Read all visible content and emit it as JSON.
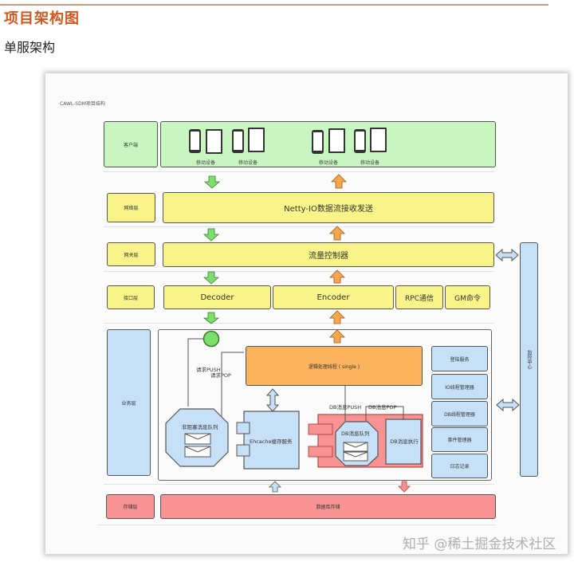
{
  "header": {
    "title": "项目架构图",
    "subtitle": "单服架构"
  },
  "diagram": {
    "caption": "CAWL-SDM项目结构",
    "layers": {
      "client": {
        "label": "客户端",
        "devices": [
          "移动设备",
          "移动设备",
          "移动设备",
          "移动设备"
        ]
      },
      "network": {
        "label": "网络层",
        "main": "Netty-IO数据流接收发送"
      },
      "gateway": {
        "label": "网关层",
        "main": "流量控制器"
      },
      "interface": {
        "label": "接口层",
        "items": [
          "Decoder",
          "Encoder",
          "RPC通信",
          "GM命令"
        ]
      },
      "business": {
        "label": "业务层",
        "logic_thread": "逻辑处理线程 ( single )",
        "request_push": "请求PUSH",
        "request_pop": "请求POP",
        "async_queue": "非阻塞消息队列",
        "ehcache": "Ehcache缓存服务",
        "db_push": "DB消息PUSH",
        "db_pop": "DB消息POP",
        "db_queue": "DB消息队列",
        "db_executor": "DB消息执行",
        "services": [
          "登陆服务",
          "IO线程管理器",
          "DB线程管理器",
          "事件管理器",
          "日志记录"
        ]
      },
      "storage": {
        "label": "存储层",
        "main": "数据库存储"
      },
      "monitor": {
        "label": "监控中心"
      }
    },
    "colors": {
      "client": "#c8f5c0",
      "network": "#f8f48a",
      "business": "#c6e0f8",
      "logic": "#fbb35e",
      "storage": "#f99393",
      "arrow_down": "#7ee06a",
      "arrow_up": "#f7a650"
    }
  },
  "watermark": "知乎 @稀土掘金技术社区"
}
